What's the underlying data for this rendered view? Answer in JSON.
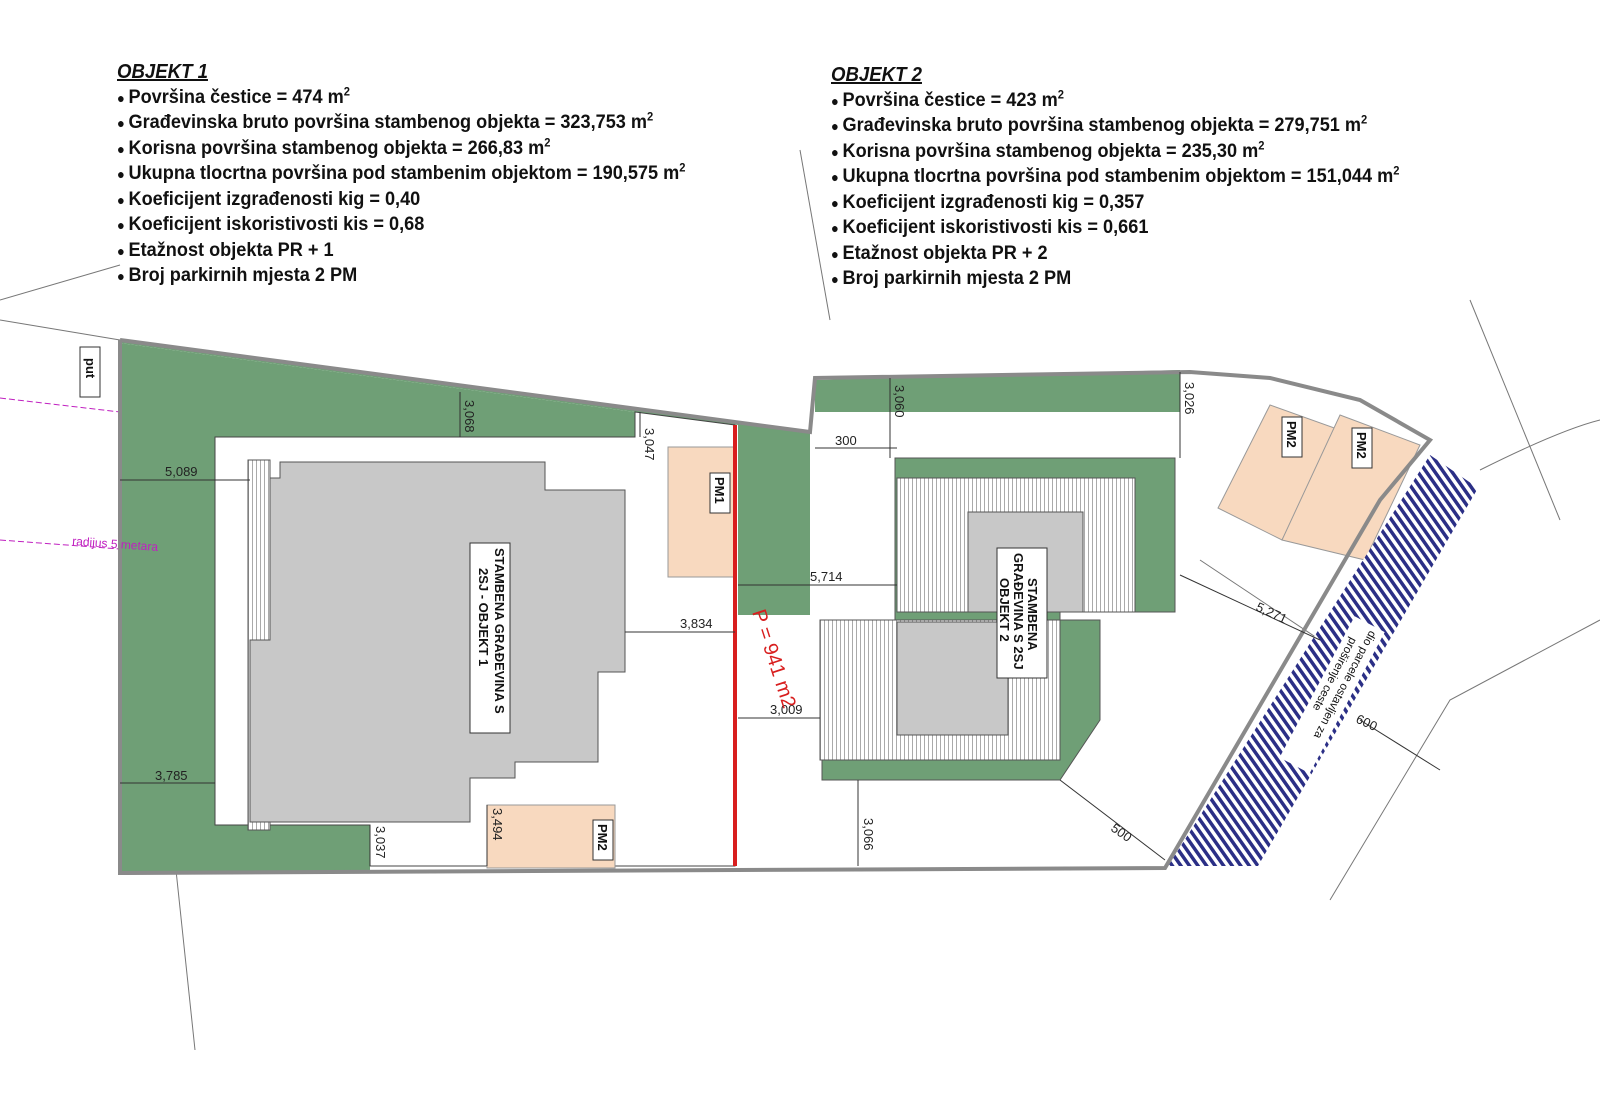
{
  "objekt1": {
    "title": "OBJEKT 1",
    "items": [
      {
        "text": "Površina čestice = 474 m",
        "sup": "2"
      },
      {
        "text": "Građevinska bruto površina stambenog objekta = 323,753 m",
        "sup": "2"
      },
      {
        "text": "Korisna površina stambenog objekta = 266,83 m",
        "sup": "2"
      },
      {
        "text": "Ukupna tlocrtna površina pod stambenim objektom = 190,575 m",
        "sup": "2"
      },
      {
        "text": "Koeficijent izgrađenosti kig = 0,40",
        "sup": ""
      },
      {
        "text": "Koeficijent iskoristivosti kis = 0,68",
        "sup": ""
      },
      {
        "text": "Etažnost objekta PR + 1",
        "sup": ""
      },
      {
        "text": "Broj parkirnih mjesta 2 PM",
        "sup": ""
      }
    ]
  },
  "objekt2": {
    "title": "OBJEKT 2",
    "items": [
      {
        "text": "Površina čestice = 423 m",
        "sup": "2"
      },
      {
        "text": "Građevinska bruto površina stambenog objekta = 279,751 m",
        "sup": "2"
      },
      {
        "text": "Korisna površina stambenog objekta = 235,30 m",
        "sup": "2"
      },
      {
        "text": "Ukupna tlocrtna površina pod stambenim objektom = 151,044 m",
        "sup": "2"
      },
      {
        "text": "Koeficijent izgrađenosti kig = 0,357",
        "sup": ""
      },
      {
        "text": "Koeficijent iskoristivosti kis = 0,661",
        "sup": ""
      },
      {
        "text": "Etažnost objekta PR + 2",
        "sup": ""
      },
      {
        "text": "Broj parkirnih mjesta 2 PM",
        "sup": ""
      }
    ]
  },
  "plan": {
    "put_label": "put",
    "radius_label": "radijus 5 metara",
    "building1_line1": "STAMBENA GRAĐEVINA S",
    "building1_line2": "2SJ - OBJEKT 1",
    "building2_line1": "STAMBENA",
    "building2_line2": "GRAĐEVINA S 2SJ",
    "building2_line3": "OBJEKT 2",
    "pm1": "PM1",
    "pm2_left": "PM2",
    "pm2_right_a": "PM2",
    "pm2_right_b": "PM2",
    "area_label": "P = 941 m2",
    "road_line1": "dio parcele ostavljen za",
    "road_line2": "proširenje ceste",
    "dims": {
      "d5089": "5,089",
      "d3068": "3,068",
      "d3047": "3,047",
      "d3834": "3,834",
      "d3785": "3,785",
      "d3037": "3,037",
      "d3494": "3,494",
      "d300": "300",
      "d3060": "3,060",
      "d3026": "3,026",
      "d5714": "5,714",
      "d3009": "3,009",
      "d3066": "3,066",
      "d500": "500",
      "d5271": "5,271",
      "d600": "600"
    },
    "colors": {
      "green": "#6f9f76",
      "gray": "#c8c8c8",
      "peach": "#f8d9bf",
      "parcel_line": "#8a8a8a",
      "red_line": "#d81e1e",
      "hatch": "#2b2f86",
      "radius": "#c020c0"
    }
  }
}
